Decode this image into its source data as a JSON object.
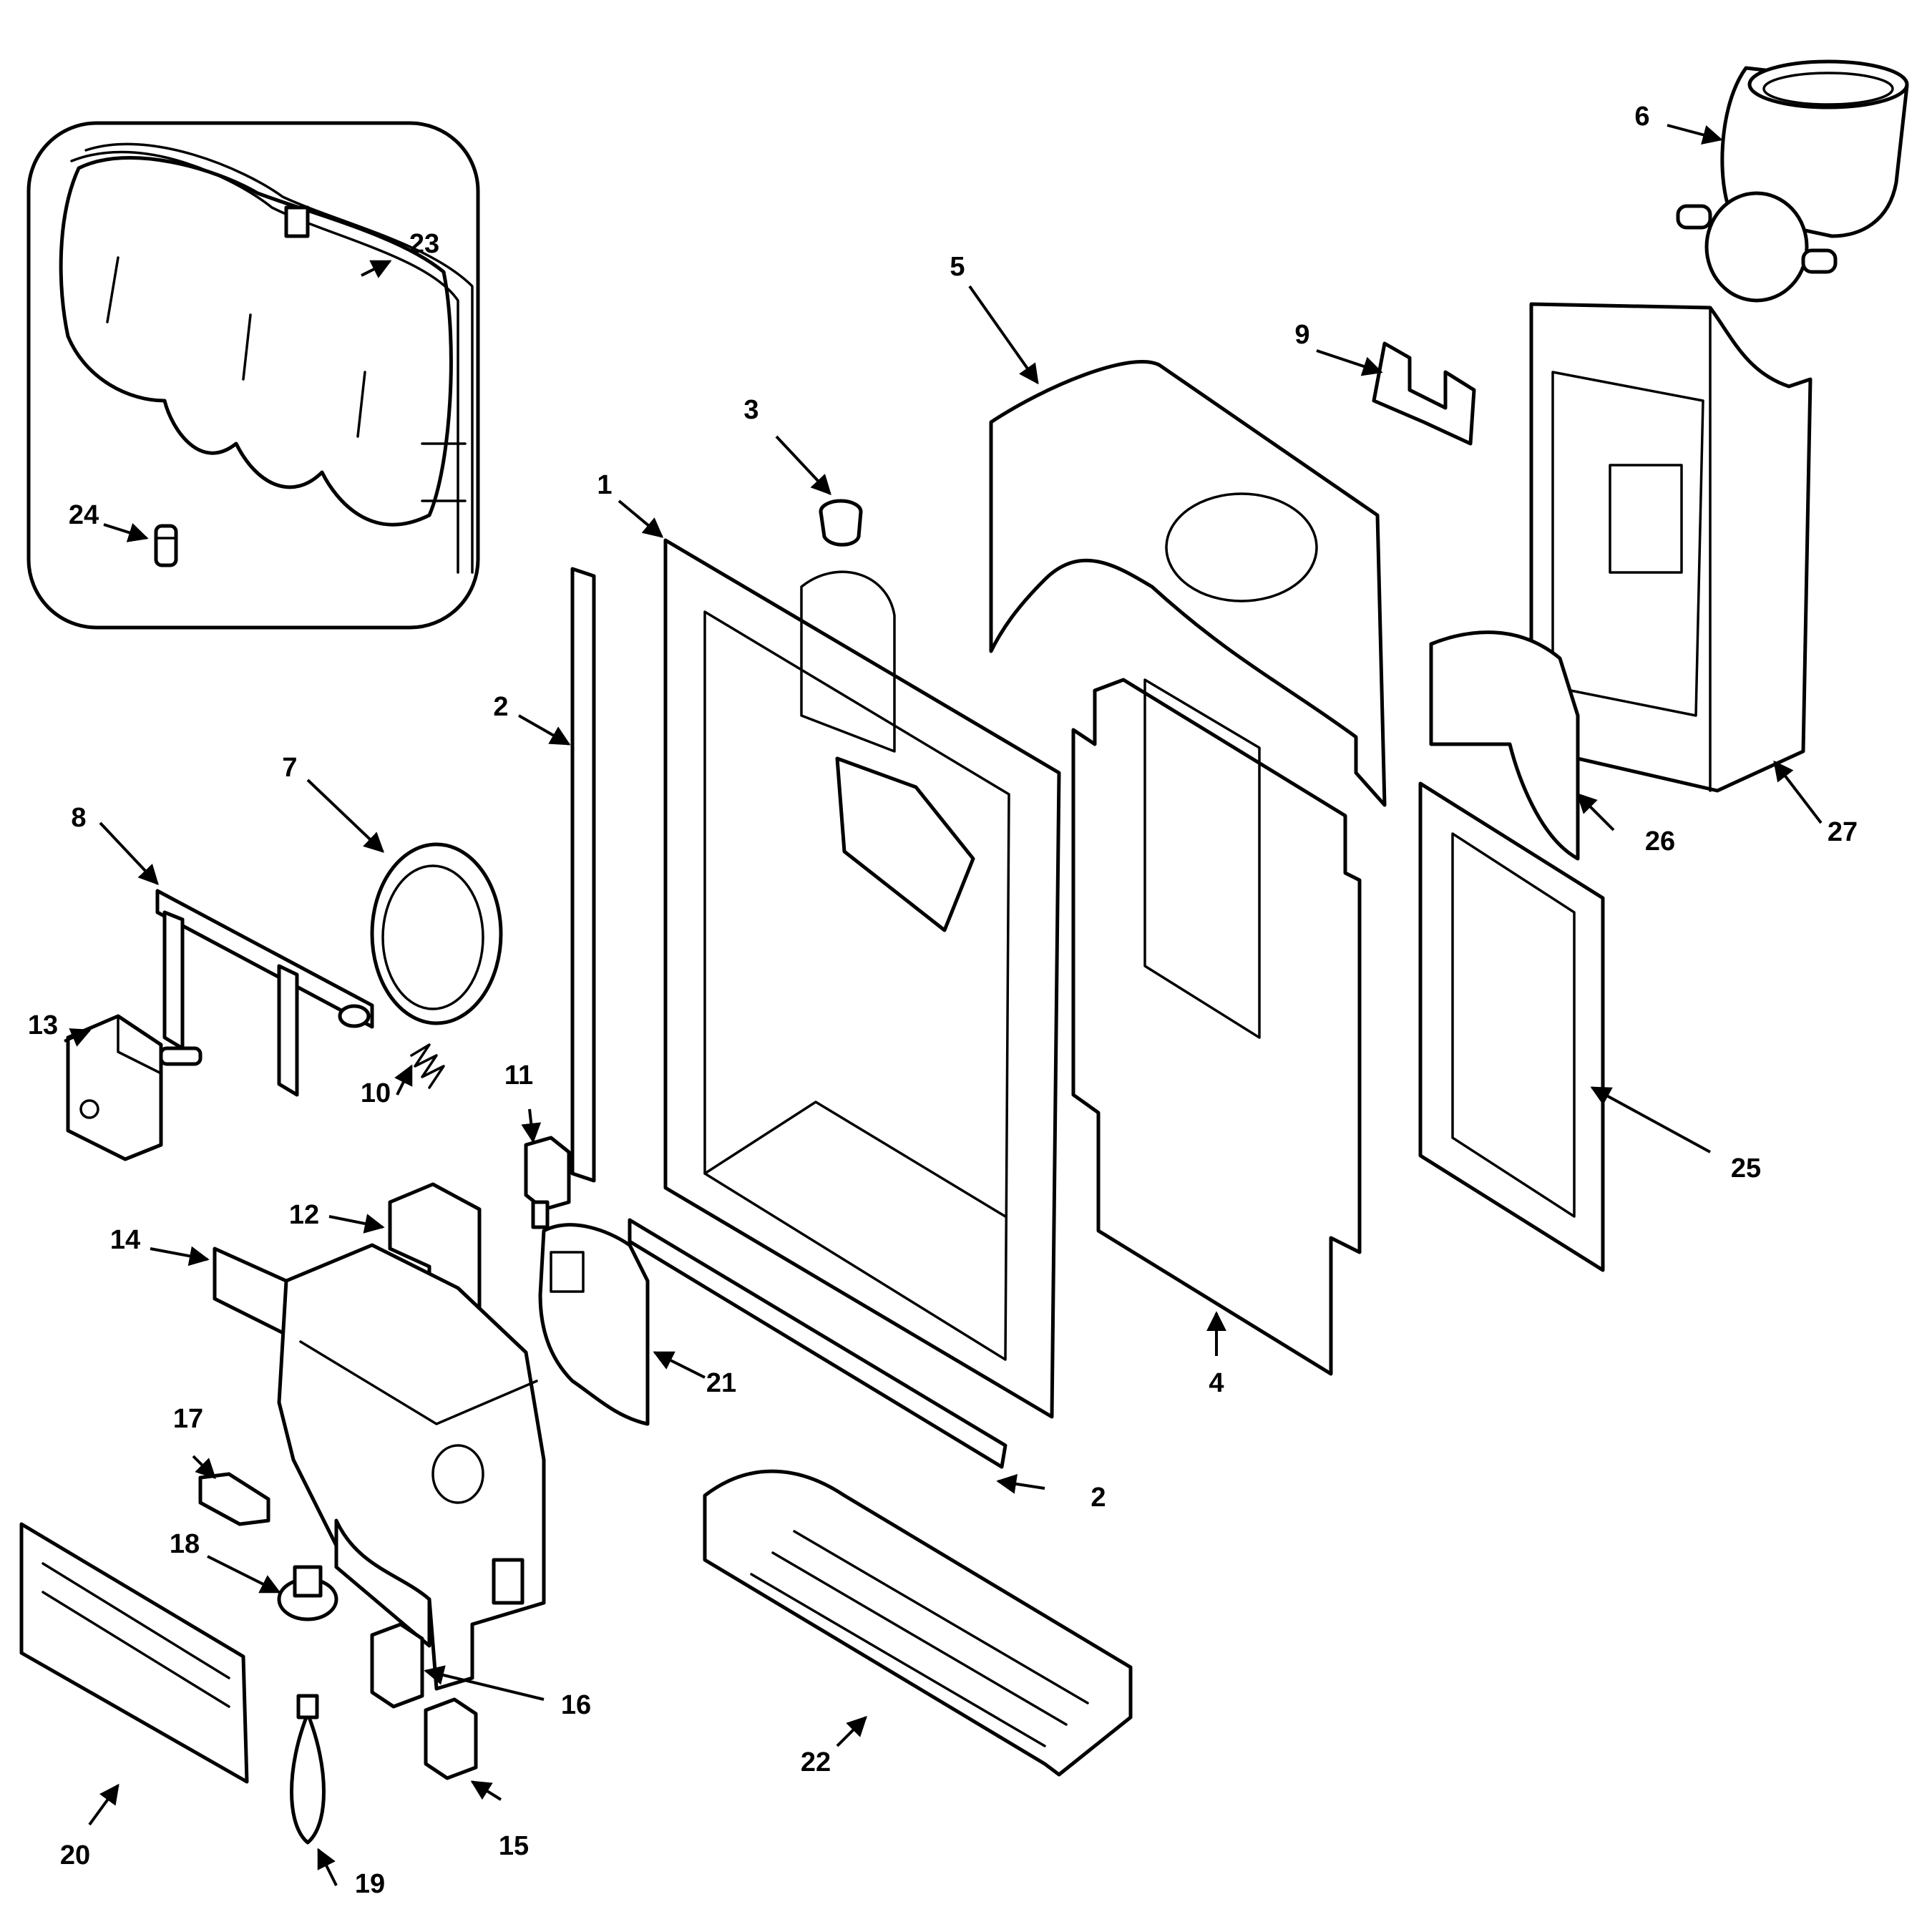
{
  "labels": {
    "p1": "1",
    "p2a": "2",
    "p2b": "2",
    "p3": "3",
    "p4": "4",
    "p5": "5",
    "p6": "6",
    "p7": "7",
    "p8": "8",
    "p9": "9",
    "p10": "10",
    "p11": "11",
    "p12": "12",
    "p13": "13",
    "p14": "14",
    "p15": "15",
    "p16": "16",
    "p17": "17",
    "p18": "18",
    "p19": "19",
    "p20": "20",
    "p21": "21",
    "p22": "22",
    "p23": "23",
    "p24": "24",
    "p25": "25",
    "p26": "26",
    "p27": "27"
  }
}
